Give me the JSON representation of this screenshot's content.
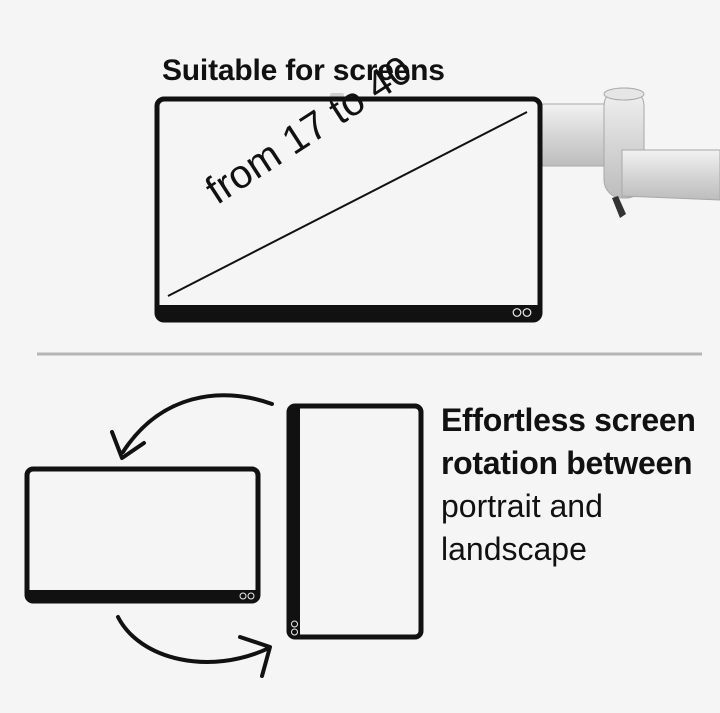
{
  "top_section": {
    "headline": "Suitable for screens",
    "diagonal_text": "from 17 to 40"
  },
  "bottom_section": {
    "feature_line_1": "Effortless screen",
    "feature_line_2": "rotation between",
    "feature_line_3": "portrait and",
    "feature_line_4": "landscape"
  },
  "colors": {
    "background": "#f5f5f5",
    "outline": "#111111",
    "divider": "#b5b5b5",
    "arm_silver": "#d9d9d9"
  }
}
